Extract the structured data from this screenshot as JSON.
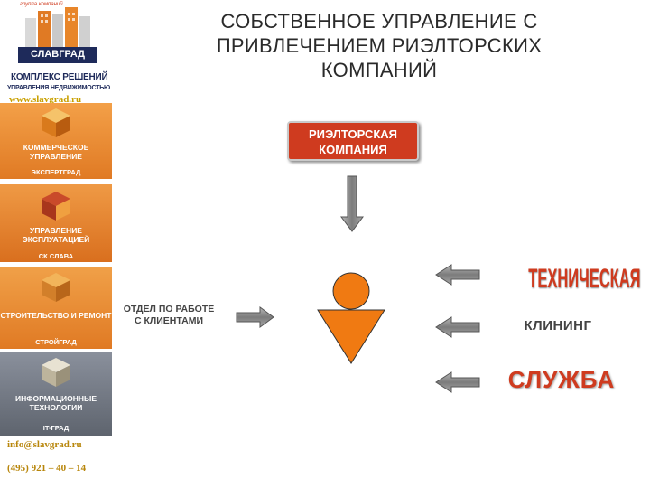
{
  "sidebar": {
    "logo_text_top": "группа компаний",
    "logo_text_main": "СЛАВГРАД",
    "brand_title": "КОМПЛЕКС РЕШЕНИЙ",
    "brand_subtitle": "УПРАВЛЕНИЯ НЕДВИЖИМОСТЬЮ",
    "website": "www.slavgrad.ru",
    "tiles": [
      {
        "title": "КОММЕРЧЕСКОЕ УПРАВЛЕНИЕ",
        "footer": "ЭКСПЕРТГРАД",
        "color": "#e8862a"
      },
      {
        "title": "УПРАВЛЕНИЕ ЭКСПЛУАТАЦИЕЙ",
        "footer": "СК СЛАВА",
        "color": "#e07a24"
      },
      {
        "title": "СТРОИТЕЛЬСТВО И РЕМОНТ",
        "footer": "СТРОЙГРАД",
        "color": "#e5852b"
      },
      {
        "title": "ИНФОРМАЦИОННЫЕ ТЕХНОЛОГИИ",
        "footer": "IT-ГРАД",
        "color": "#6e7480"
      }
    ],
    "email": "info@slavgrad.ru",
    "phone": "(495) 921 – 40 – 14"
  },
  "main": {
    "title_line1": "СОБСТВЕННОЕ УПРАВЛЕНИЕ С",
    "title_line2": "ПРИВЛЕЧЕНИЕМ РИЭЛТОРСКИХ",
    "title_line3": "КОМПАНИЙ",
    "agency_line1": "РИЭЛТОРСКАЯ",
    "agency_line2": "КОМПАНИЯ",
    "client_dept_line1": "ОТДЕЛ ПО РАБОТЕ",
    "client_dept_line2": "С КЛИЕНТАМИ",
    "technical": "ТЕХНИЧЕСКАЯ",
    "cleaning": "КЛИНИНГ",
    "service": "СЛУЖБА"
  },
  "colors": {
    "accent_red": "#cf3b1f",
    "figure_orange": "#f07a12",
    "arrow_gray": "#8c8c8c"
  },
  "icons": [
    "person-icon",
    "arrow-right-icon",
    "arrow-left-icon",
    "arrow-down-icon",
    "cube-icon",
    "logo-icon"
  ]
}
